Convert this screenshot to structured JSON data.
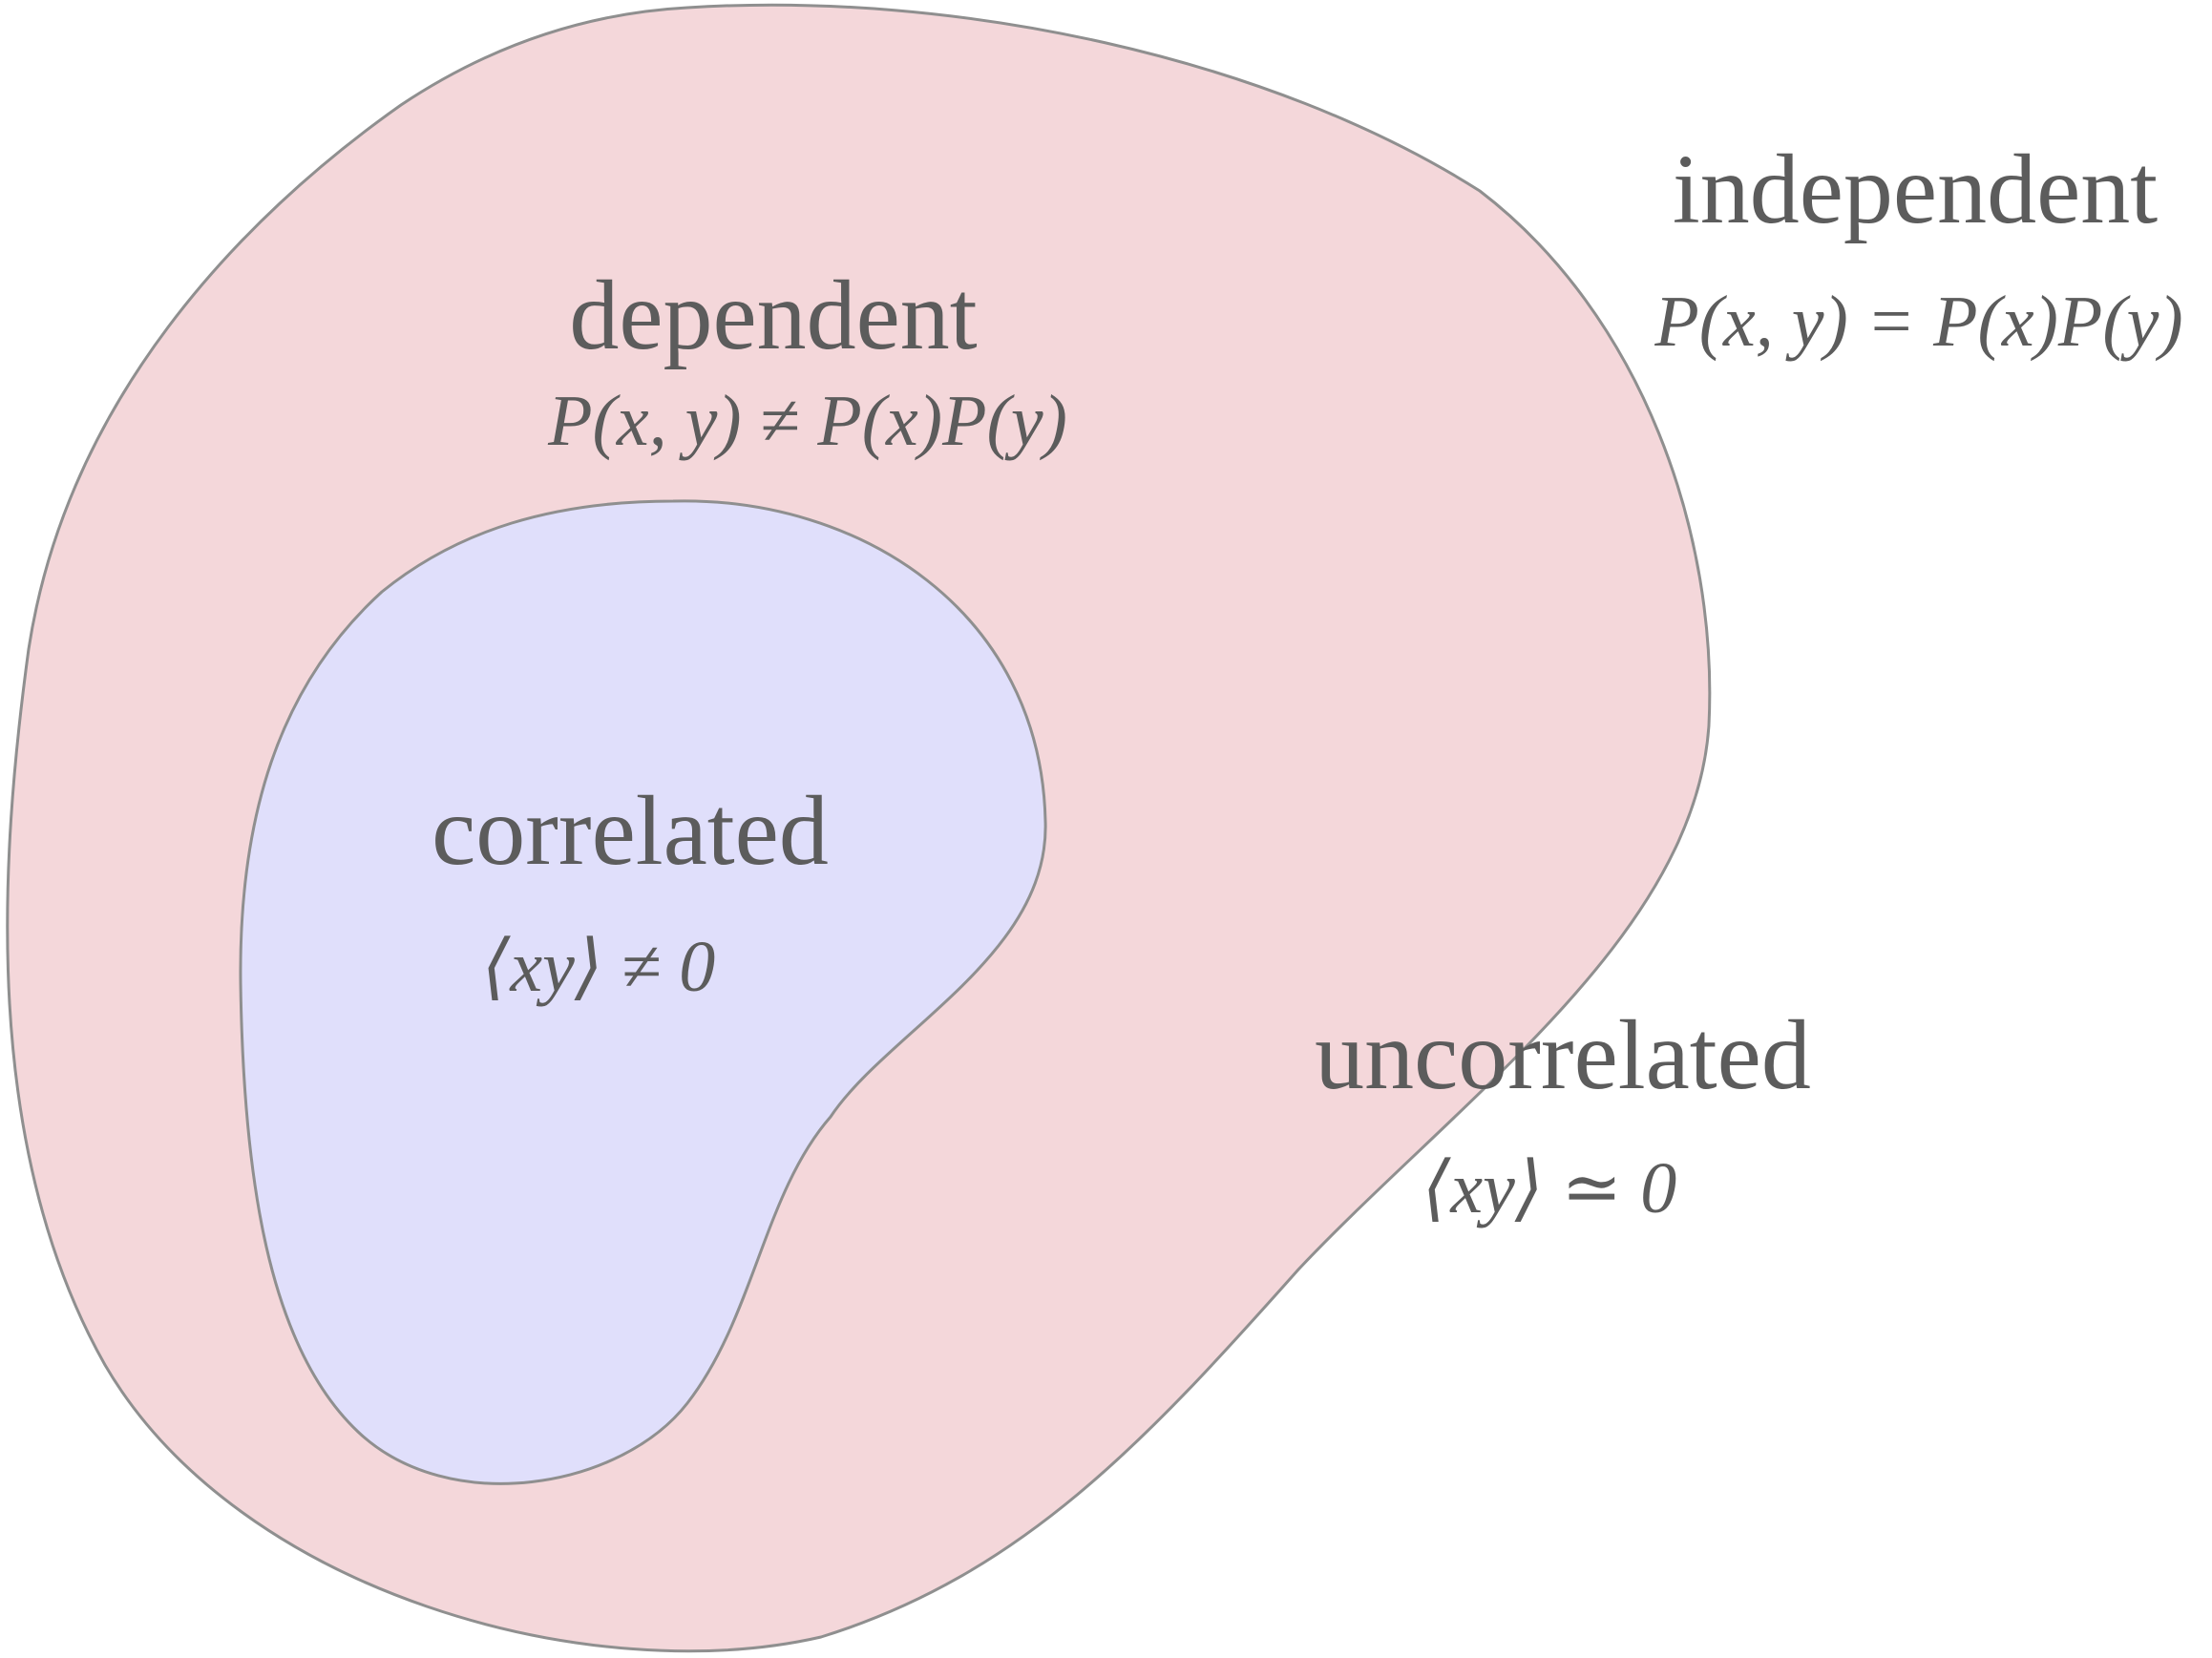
{
  "regions": {
    "independent": {
      "label": "independent",
      "formula": "P(x, y) = P(x)P(y)"
    },
    "dependent": {
      "label": "dependent",
      "formula": "P(x, y) ≠ P(x)P(y)",
      "fill_color": "#f4d7da"
    },
    "correlated": {
      "label": "correlated",
      "formula": "⟨xy⟩ ≠ 0",
      "fill_color": "#e0dffb"
    },
    "uncorrelated": {
      "label": "uncorrelated",
      "formula": "⟨xy⟩ ≃ 0"
    }
  },
  "colors": {
    "outline": "#8f8f8f",
    "text": "#5c5c5c",
    "background": "#ffffff"
  }
}
